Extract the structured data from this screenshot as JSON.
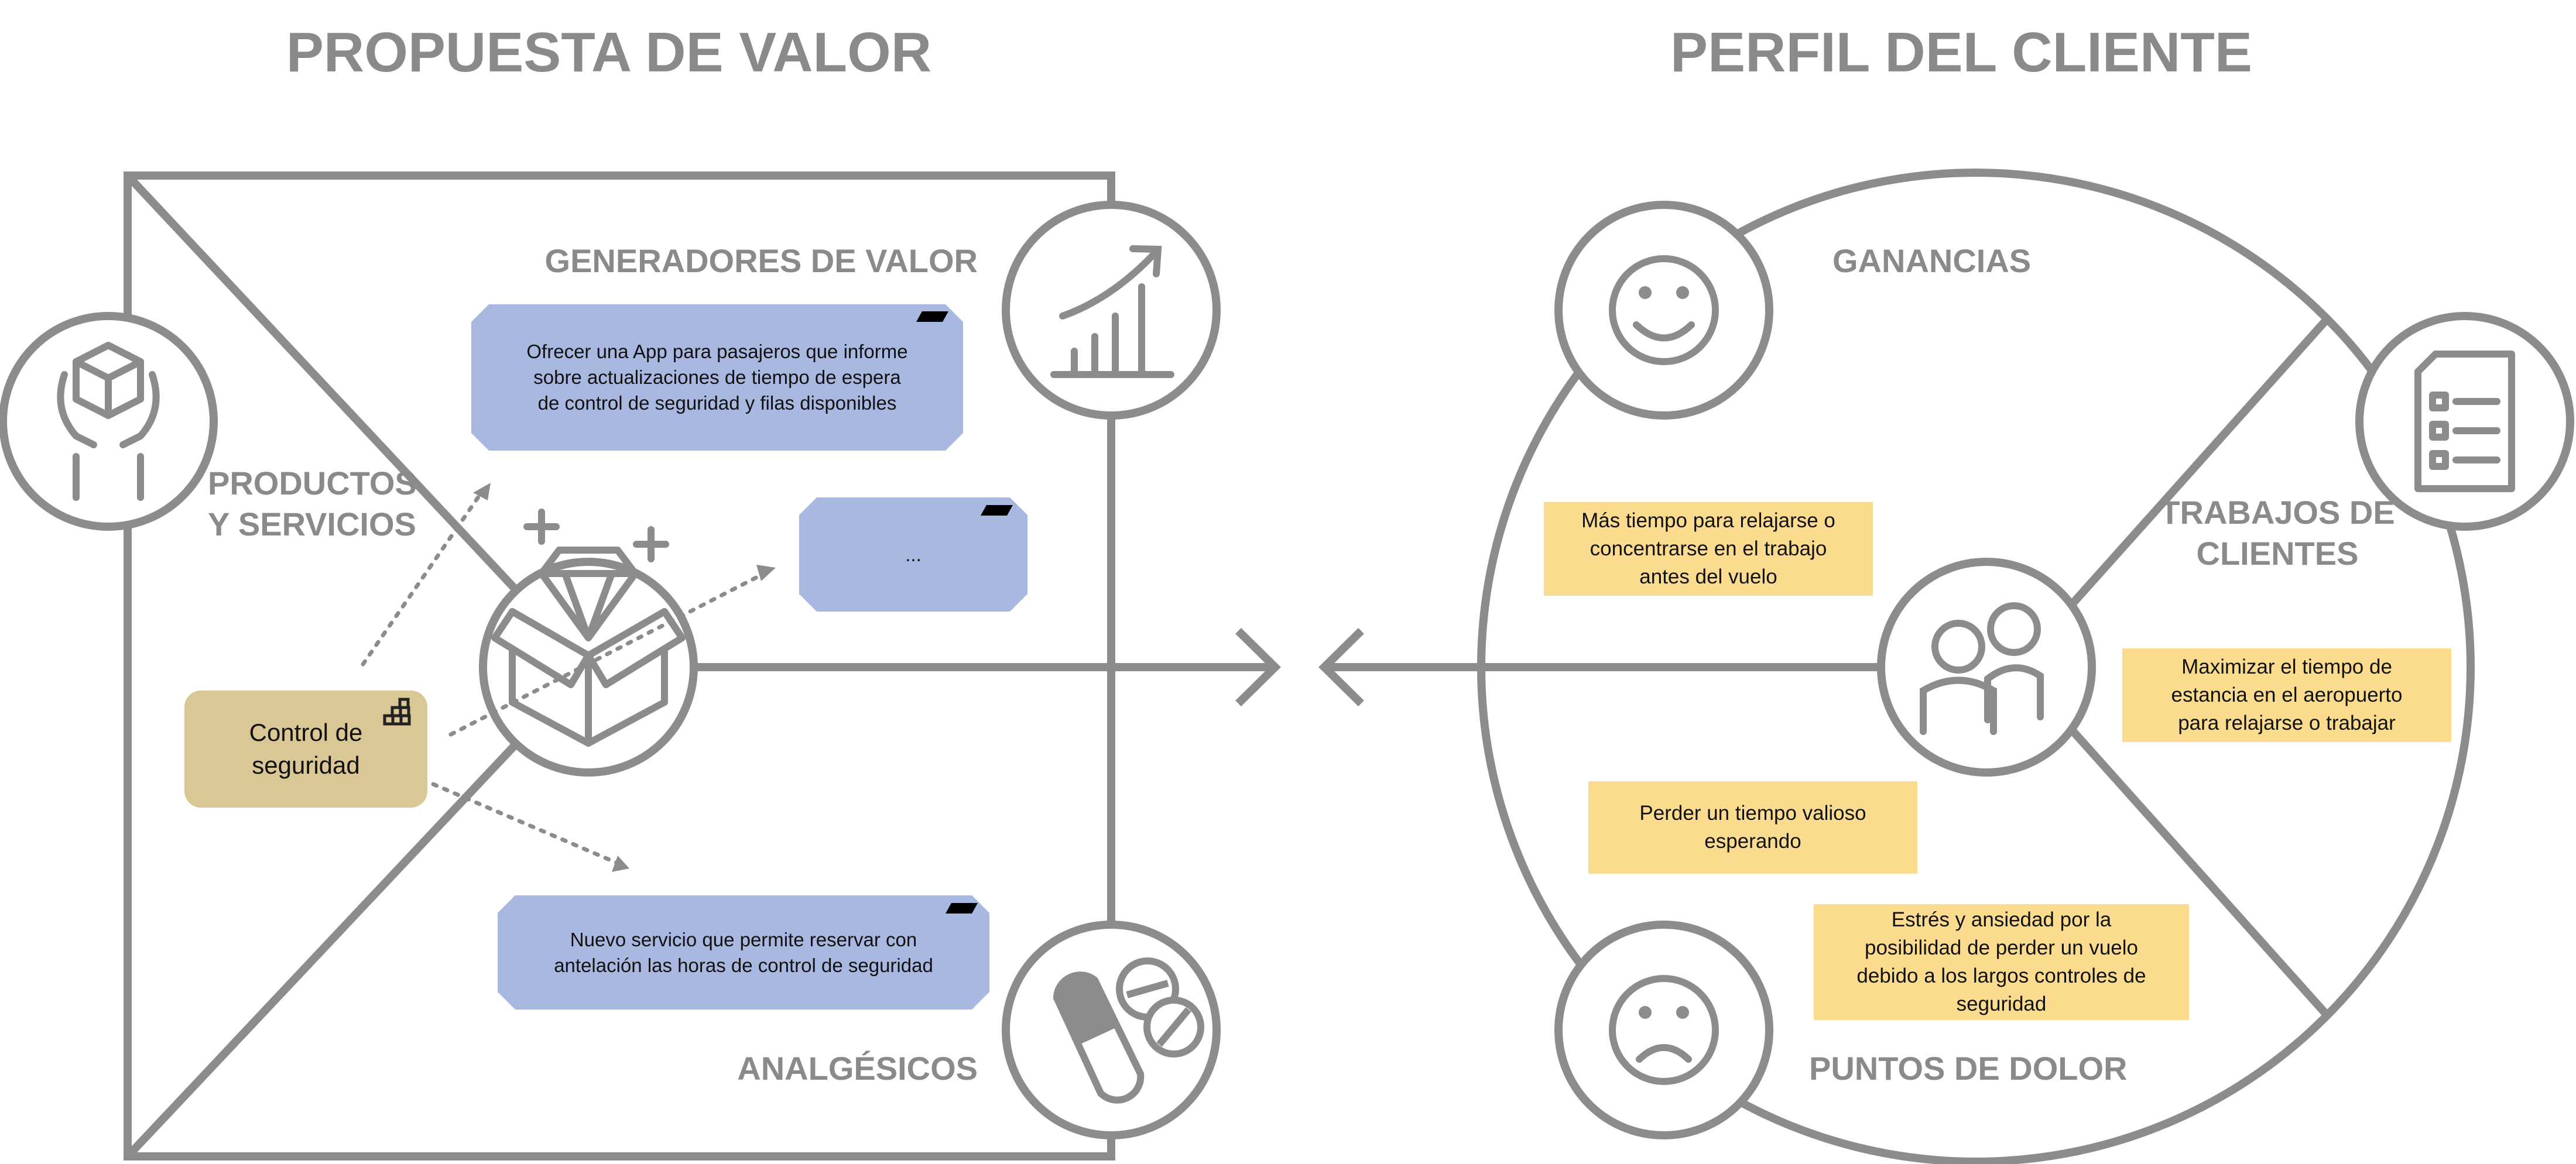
{
  "titles": {
    "value_proposition": "PROPUESTA DE VALOR",
    "customer_profile": "PERFIL DEL CLIENTE"
  },
  "sections": {
    "gain_creators": "GENERADORES DE VALOR",
    "products_line1": "PRODUCTOS",
    "products_line2": "Y SERVICIOS",
    "pain_relievers": "ANALGÉSICOS",
    "gains": "GANANCIAS",
    "jobs_line1": "TRABAJOS DE",
    "jobs_line2": "CLIENTES",
    "pains": "PUNTOS DE DOLOR"
  },
  "product_card": {
    "line1": "Control de",
    "line2": "seguridad"
  },
  "value_cards": [
    {
      "lines": [
        "Ofrecer una App para pasajeros que informe",
        "sobre actualizaciones de tiempo de espera",
        "de control de seguridad y filas disponibles"
      ]
    },
    {
      "lines": [
        "..."
      ]
    },
    {
      "lines": [
        "Nuevo servicio que permite reservar con",
        "antelación las horas de control de seguridad"
      ]
    }
  ],
  "customer_notes": [
    {
      "lines": [
        "Más tiempo para relajarse o",
        "concentrarse en el trabajo",
        "antes del vuelo"
      ]
    },
    {
      "lines": [
        "Maximizar el tiempo de",
        "estancia en el aeropuerto",
        "para relajarse o trabajar"
      ]
    },
    {
      "lines": [
        "Perder un tiempo valioso",
        "esperando"
      ]
    },
    {
      "lines": [
        "Estrés y ansiedad por la",
        "posibilidad de perder un vuelo",
        "debido a los largos controles de",
        "seguridad"
      ]
    }
  ],
  "colors": {
    "line": "#8c8c8c",
    "value_card": "#a9b8e0",
    "product_card": "#d9c896",
    "sticky_note": "#fbdb8e"
  },
  "icons": [
    "gift-box-icon",
    "growth-chart-icon",
    "pills-icon",
    "diamond-box-icon",
    "smile-icon",
    "checklist-icon",
    "users-icon",
    "sad-face-icon",
    "stack-icon",
    "tag-icon"
  ]
}
